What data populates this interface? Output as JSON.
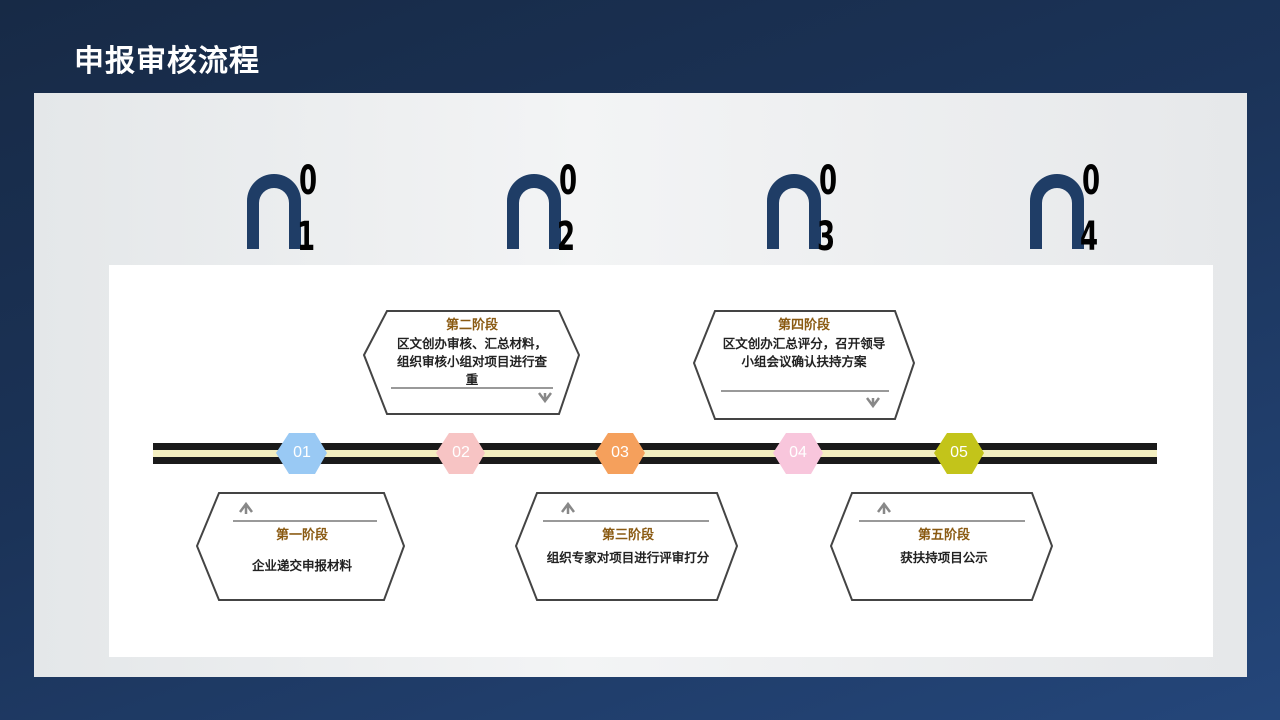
{
  "title": "申报审核流程",
  "numbers": [
    {
      "d0": "0",
      "d1": "1"
    },
    {
      "d0": "0",
      "d1": "2"
    },
    {
      "d0": "0",
      "d1": "3"
    },
    {
      "d0": "0",
      "d1": "4"
    }
  ],
  "badges": [
    {
      "label": "01",
      "color": "#99c9f4"
    },
    {
      "label": "02",
      "color": "#f7c4c4"
    },
    {
      "label": "03",
      "color": "#f5a05c"
    },
    {
      "label": "04",
      "color": "#f8c6dc"
    },
    {
      "label": "05",
      "color": "#c3c41a"
    }
  ],
  "stages": [
    {
      "title": "第一阶段",
      "desc": "企业递交申报材料"
    },
    {
      "title": "第二阶段",
      "desc": "区文创办审核、汇总材料，组织审核小组对项目进行查重"
    },
    {
      "title": "第三阶段",
      "desc": "组织专家对项目进行评审打分"
    },
    {
      "title": "第四阶段",
      "desc": "区文创办汇总评分，召开领导小组会议确认扶持方案"
    },
    {
      "title": "第五阶段",
      "desc": "获扶持项目公示"
    }
  ],
  "colors": {
    "arch": "#1f3d66",
    "track_dark": "#1a1a1a",
    "track_light": "#f3eec0",
    "outline": "#444444"
  }
}
